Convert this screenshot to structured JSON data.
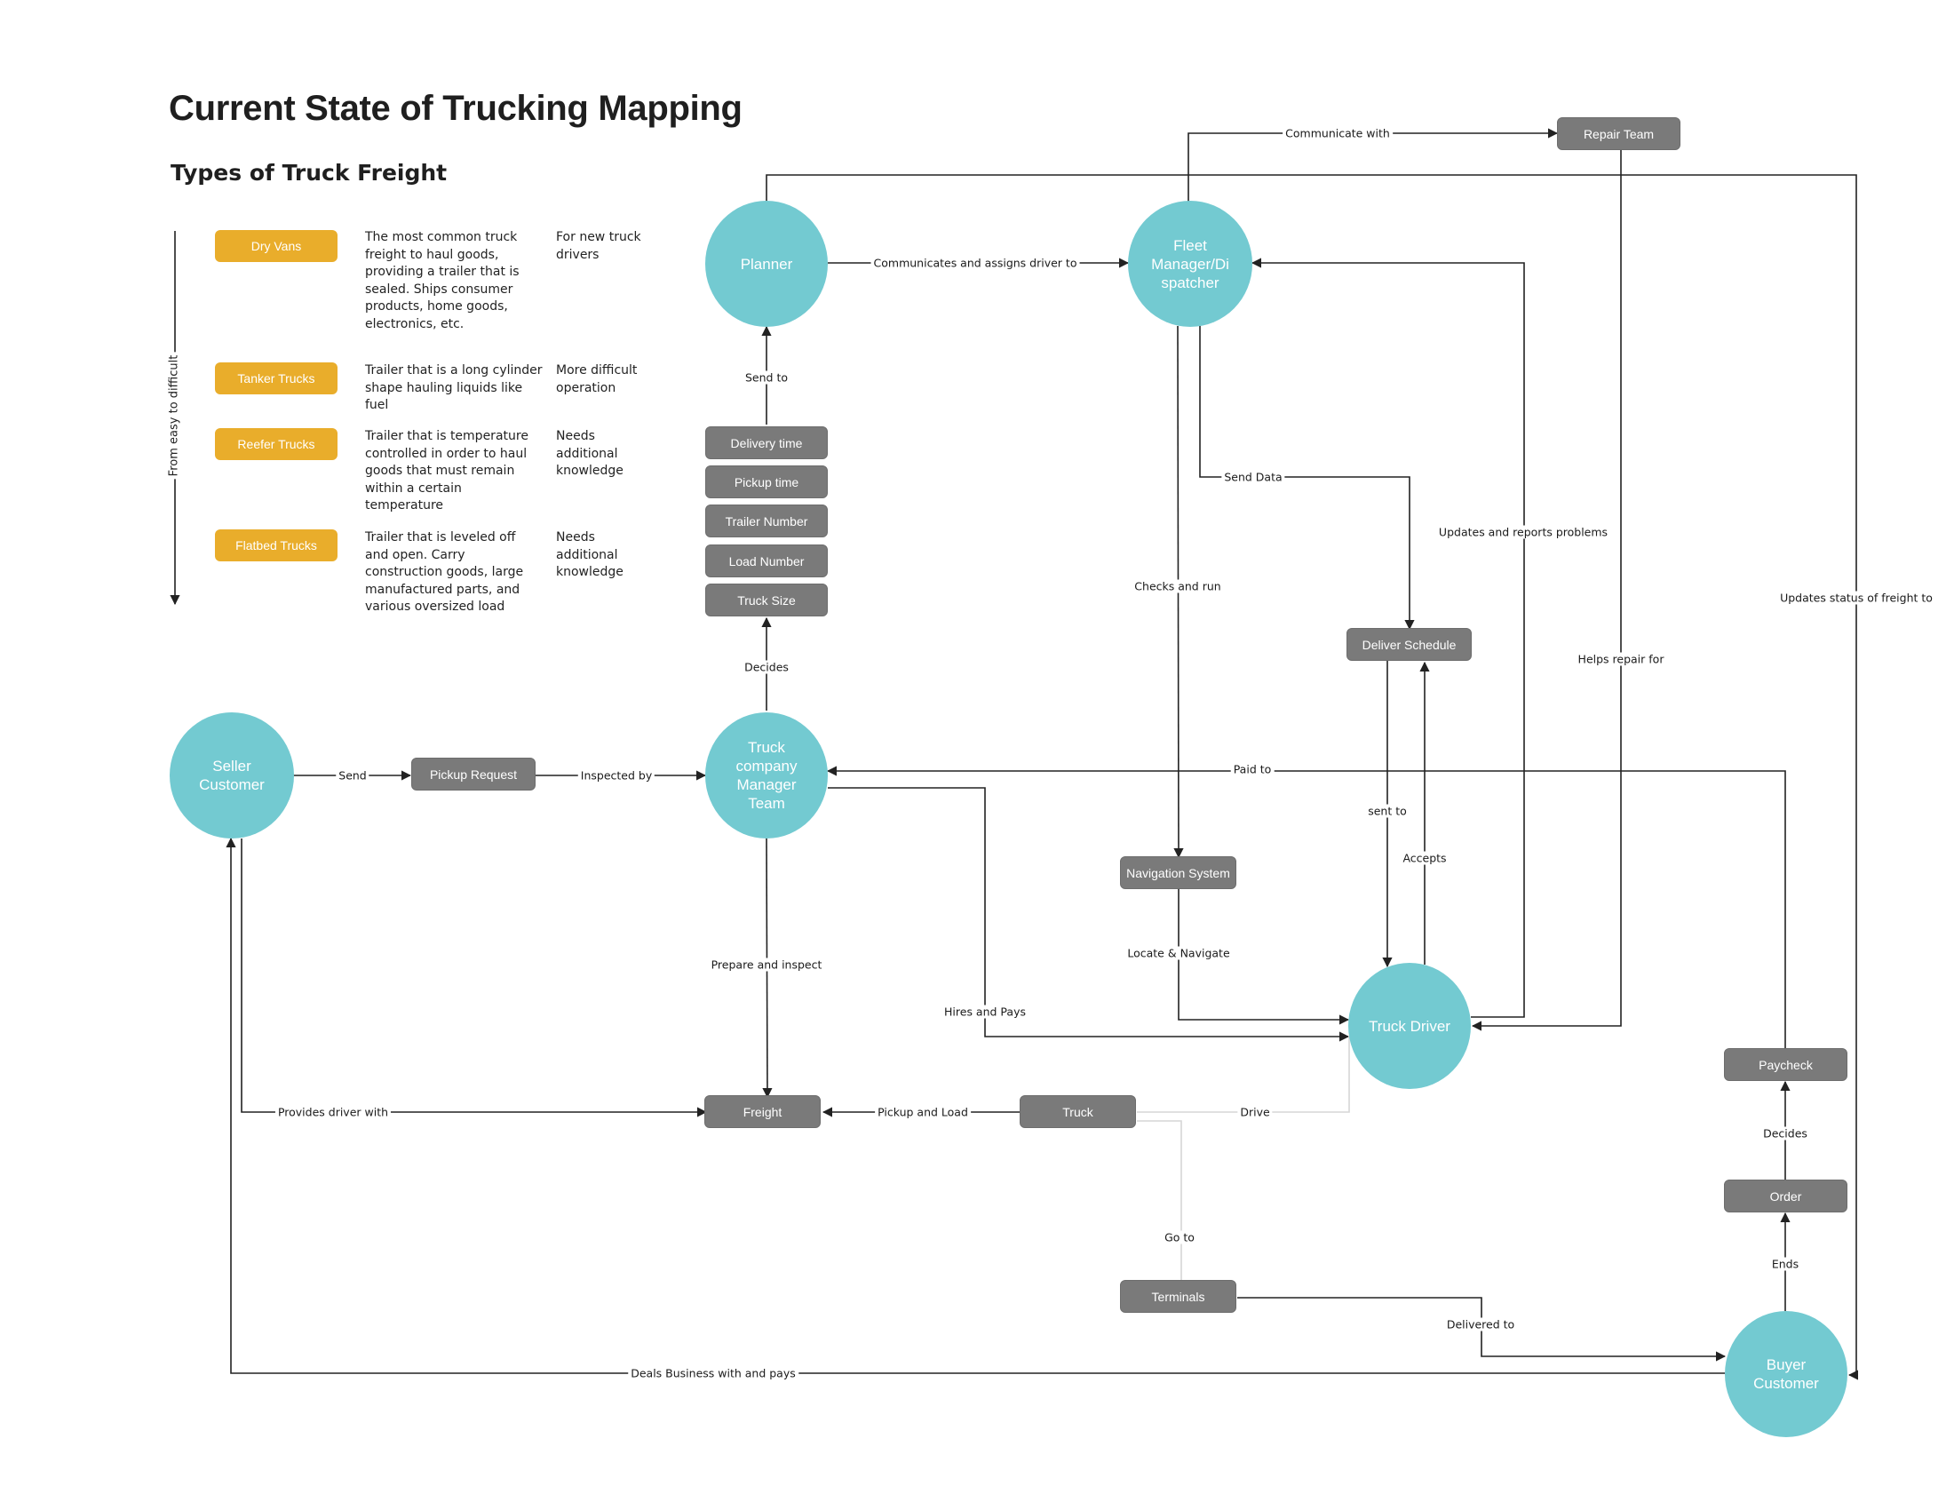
{
  "title": "Current State of Trucking Mapping",
  "subtitle": "Types of Truck Freight",
  "legend_axis_label": "From easy to difficult",
  "freight_types": [
    {
      "name": "Dry Vans",
      "description": "The most common truck freight to haul goods, providing a trailer that is sealed. Ships consumer products, home goods, electronics, etc.",
      "note": "For new truck drivers"
    },
    {
      "name": "Tanker Trucks",
      "description": "Trailer that is a long cylinder shape hauling liquids like fuel",
      "note": "More difficult operation"
    },
    {
      "name": "Reefer Trucks",
      "description": "Trailer that is temperature controlled in order to haul goods that must remain within a certain temperature",
      "note": "Needs additional knowledge"
    },
    {
      "name": "Flatbed Trucks",
      "description": "Trailer that is leveled off and open. Carry construction goods, large manufactured parts, and various oversized load",
      "note": "Needs additional knowledge"
    }
  ],
  "colors": {
    "actor": "#73cad1",
    "artifact": "#7a7a7a",
    "freight_type": "#e9ad2b",
    "edge": "#222222",
    "edge_light": "#d6d6d6"
  },
  "actors": {
    "planner": "Planner",
    "fleet_manager": "Fleet\nManager/Di\nspatcher",
    "seller": "Seller\nCustomer",
    "manager_team": "Truck\ncompany\nManager\nTeam",
    "truck_driver": "Truck Driver",
    "buyer": "Buyer\nCustomer"
  },
  "artifacts": {
    "repair_team": "Repair Team",
    "delivery_time": "Delivery time",
    "pickup_time": "Pickup time",
    "trailer_number": "Trailer Number",
    "load_number": "Load Number",
    "truck_size": "Truck Size",
    "pickup_request": "Pickup Request",
    "deliver_schedule": "Deliver Schedule",
    "navigation_system": "Navigation System",
    "freight": "Freight",
    "truck": "Truck",
    "terminals": "Terminals",
    "paycheck": "Paycheck",
    "order": "Order"
  },
  "edges": {
    "communicate_with": "Communicate with",
    "communicates_assigns": "Communicates and assigns driver to",
    "send_to": "Send  to",
    "decides_planner": "Decides",
    "send": "Send",
    "inspected_by": "Inspected by",
    "send_data": "Send Data",
    "checks_and_run": "Checks and run",
    "updates_reports": "Updates and reports problems",
    "updates_status": "Updates status of freight to",
    "helps_repair": "Helps repair for",
    "paid_to": "Paid to",
    "sent_to": "sent to",
    "accepts": "Accepts",
    "locate_navigate": "Locate & Navigate",
    "prepare_inspect": "Prepare and inspect",
    "hires_pays": "Hires and Pays",
    "provides_driver": "Provides driver with",
    "pickup_load": "Pickup and Load",
    "drive": "Drive",
    "go_to": "Go to",
    "delivered_to": "Delivered to",
    "deals_business": "Deals Business with and pays",
    "decides_paycheck": "Decides",
    "ends": "Ends"
  }
}
